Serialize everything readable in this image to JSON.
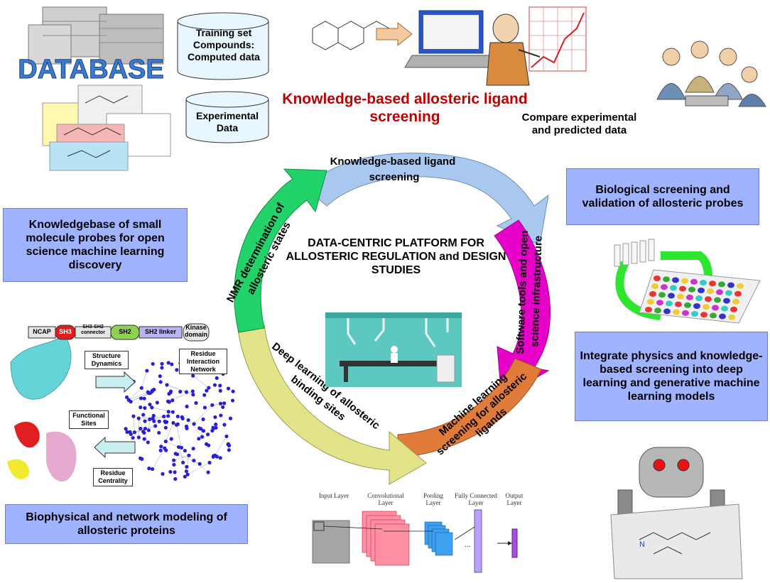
{
  "title": "Knowledge-based allosteric ligand screening",
  "center_title": "DATA-CENTRIC PLATFORM FOR ALLOSTERIC REGULATION and DESIGN STUDIES",
  "database": {
    "logo_text": "DATABASE",
    "cylinder_training": "Training set Compounds: Computed data",
    "cylinder_experimental": "Experimental Data"
  },
  "compare_text": "Compare experimental and predicted data",
  "cycle": {
    "top": "Knowledge-based ligand screening",
    "right": "Software tools and open science infrastructure",
    "bottom_right": "Machine learning screening for allosteric ligands",
    "bottom_left": "Deep learning of allosteric binding sites",
    "left": "NMR determination of allosteric states"
  },
  "boxes": {
    "knowledgebase": "Knowledgebase of small molecule probes for open science machine learning discovery",
    "biological": "Biological screening and validation of allosteric probes",
    "integrate": "Integrate physics and knowledge-based screening into deep learning and generative machine learning models",
    "biophysical": "Biophysical and network modeling of allosteric proteins"
  },
  "protein_panel": {
    "domains": [
      "NCAP",
      "SH3",
      "SH3-SH2 connector",
      "SH2",
      "SH2 linker",
      "Kinase domain"
    ],
    "structure_dynamics": "Structure Dynamics",
    "residue_network": "Residue Interaction Network",
    "functional_sites": "Functional Sites",
    "residue_centrality": "Residue Centrality"
  },
  "cnn": {
    "layers": [
      "Input Layer",
      "Convolutional Layer",
      "Pooling Layer",
      "Fully Connected Layer",
      "Output Layer"
    ],
    "ellipsis": "..."
  },
  "colors": {
    "title_red": "#c00000",
    "box_blue": "#9fb3ff",
    "arrow_top": "#a9c8f0",
    "arrow_right": "#e600c8",
    "arrow_bottom_right": "#e07b39",
    "arrow_bottom_left": "#e3e38a",
    "arrow_left": "#22d36a"
  }
}
